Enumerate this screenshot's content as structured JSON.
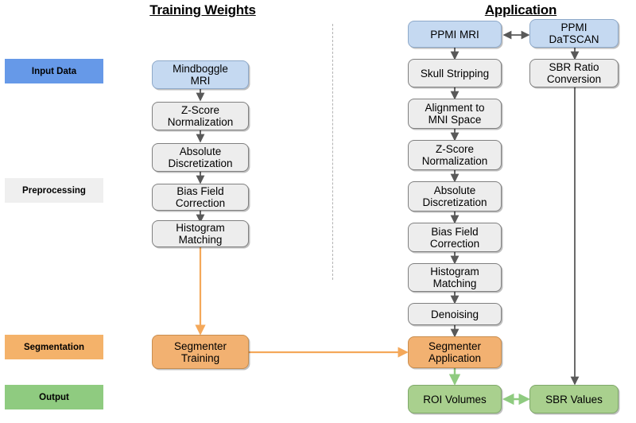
{
  "titles": {
    "left": "Training Weights",
    "right": "Application"
  },
  "legend": {
    "items": [
      {
        "label": "Input Data",
        "color": "#6699e8"
      },
      {
        "label": "Preprocessing",
        "color": "#efefef"
      },
      {
        "label": "Segmentation",
        "color": "#f4b26a"
      },
      {
        "label": "Output",
        "color": "#8fcb80"
      }
    ]
  },
  "palette": {
    "input_fill": "#c5d9f1",
    "prep_fill": "#ededed",
    "segmentation_fill": "#f2b171",
    "output_fill": "#a9d08e",
    "gray_arrow": "#595959",
    "orange_arrow": "#f4a85a",
    "green_arrow": "#8fcb80",
    "divider": "#b3b3b3"
  },
  "training_column": {
    "nodes": [
      {
        "label": "Mindboggle\nMRI",
        "line1": "Mindboggle",
        "line2": "MRI",
        "kind": "input"
      },
      {
        "label": "Z-Score\nNormalization",
        "line1": "Z-Score",
        "line2": "Normalization",
        "kind": "prep"
      },
      {
        "label": "Absolute\nDiscretization",
        "line1": "Absolute",
        "line2": "Discretization",
        "kind": "prep"
      },
      {
        "label": "Bias Field\nCorrection",
        "line1": "Bias Field",
        "line2": "Correction",
        "kind": "prep"
      },
      {
        "label": "Histogram\nMatching",
        "line1": "Histogram",
        "line2": "Matching",
        "kind": "prep"
      },
      {
        "label": "Segmenter\nTraining",
        "line1": "Segmenter",
        "line2": "Training",
        "kind": "segmentation"
      }
    ]
  },
  "application_column": {
    "nodes": [
      {
        "label": "PPMI MRI",
        "line1": "PPMI MRI",
        "line2": "",
        "kind": "input"
      },
      {
        "label": "Skull Stripping",
        "line1": "Skull Stripping",
        "line2": "",
        "kind": "prep"
      },
      {
        "label": "Alignment to\nMNI Space",
        "line1": "Alignment to",
        "line2": "MNI Space",
        "kind": "prep"
      },
      {
        "label": "Z-Score\nNormalization",
        "line1": "Z-Score",
        "line2": "Normalization",
        "kind": "prep"
      },
      {
        "label": "Absolute\nDiscretization",
        "line1": "Absolute",
        "line2": "Discretization",
        "kind": "prep"
      },
      {
        "label": "Bias Field\nCorrection",
        "line1": "Bias Field",
        "line2": "Correction",
        "kind": "prep"
      },
      {
        "label": "Histogram\nMatching",
        "line1": "Histogram",
        "line2": "Matching",
        "kind": "prep"
      },
      {
        "label": "Denoising",
        "line1": "Denoising",
        "line2": "",
        "kind": "prep"
      },
      {
        "label": "Segmenter\nApplication",
        "line1": "Segmenter",
        "line2": "Application",
        "kind": "segmentation"
      },
      {
        "label": "ROI Volumes",
        "line1": "ROI Volumes",
        "line2": "",
        "kind": "output"
      }
    ]
  },
  "datscan_column": {
    "nodes": [
      {
        "label": "PPMI\nDaTSCAN",
        "line1": "PPMI",
        "line2": "DaTSCAN",
        "kind": "input"
      },
      {
        "label": "SBR Ratio\nConversion",
        "line1": "SBR Ratio",
        "line2": "Conversion",
        "kind": "prep"
      },
      {
        "label": "SBR Values",
        "line1": "SBR Values",
        "line2": "",
        "kind": "output"
      }
    ]
  }
}
